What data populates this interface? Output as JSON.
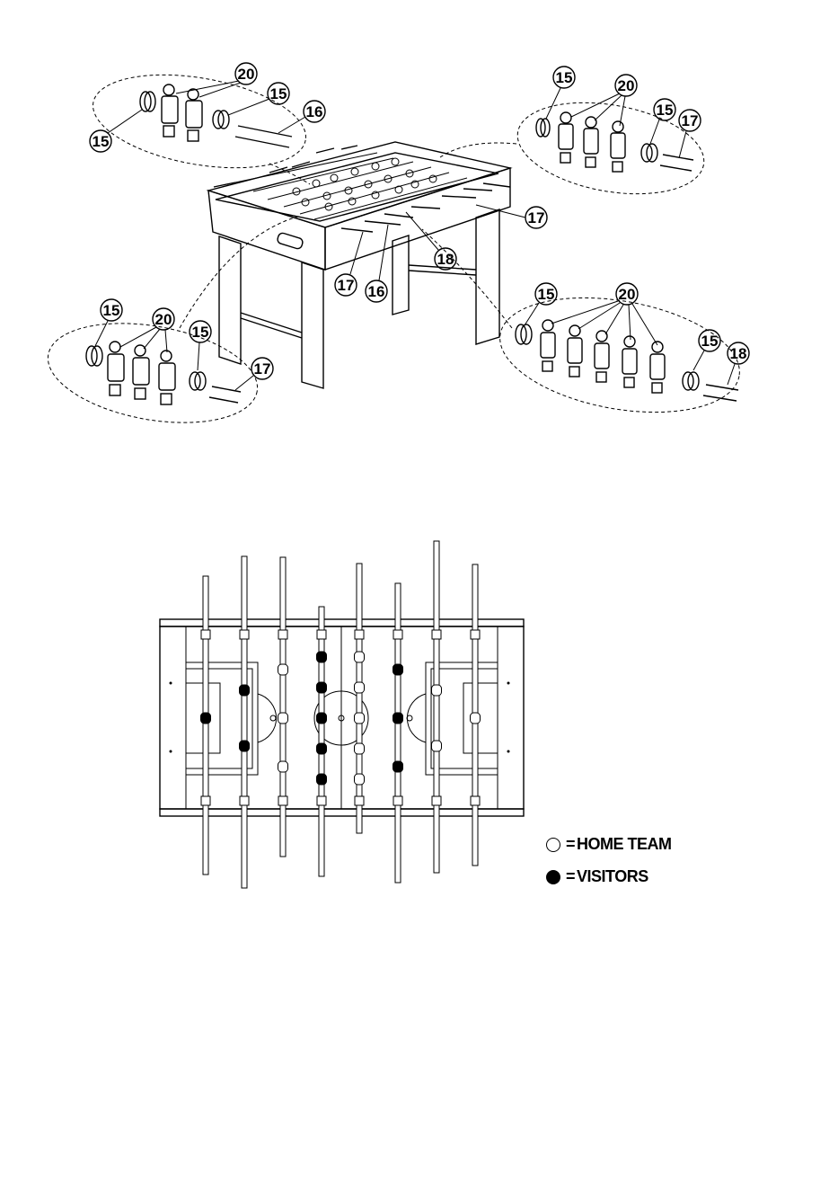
{
  "callouts": {
    "top_left": [
      "20",
      "15",
      "16",
      "15"
    ],
    "top_right": [
      "15",
      "20",
      "15",
      "17"
    ],
    "center": [
      "17",
      "18",
      "17",
      "16"
    ],
    "bottom_left": [
      "15",
      "20",
      "15",
      "17"
    ],
    "bottom_right": [
      "15",
      "20",
      "15",
      "18"
    ]
  },
  "legend": {
    "equals": "=",
    "home_team": "HOME TEAM",
    "visitors": "VISITORS"
  },
  "colors": {
    "home_marker": "#ffffff",
    "visitor_marker": "#000000",
    "line": "#000000"
  },
  "field_layout": {
    "rods": [
      {
        "role": "goalie",
        "team": "visitors",
        "players": 1
      },
      {
        "role": "defense",
        "team": "visitors",
        "players": 2
      },
      {
        "role": "attack",
        "team": "home",
        "players": 3
      },
      {
        "role": "midfield",
        "team": "visitors",
        "players": 5
      },
      {
        "role": "midfield",
        "team": "home",
        "players": 5
      },
      {
        "role": "attack",
        "team": "visitors",
        "players": 3
      },
      {
        "role": "defense",
        "team": "home",
        "players": 2
      },
      {
        "role": "goalie",
        "team": "home",
        "players": 1
      }
    ]
  }
}
